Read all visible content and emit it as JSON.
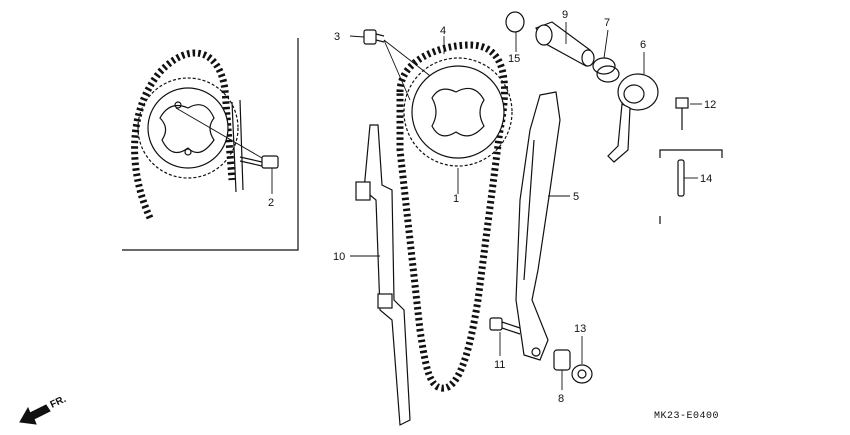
{
  "diagram": {
    "callouts": [
      {
        "id": "c1",
        "label": "1"
      },
      {
        "id": "c2",
        "label": "2"
      },
      {
        "id": "c3",
        "label": "3"
      },
      {
        "id": "c4",
        "label": "4"
      },
      {
        "id": "c5",
        "label": "5"
      },
      {
        "id": "c6",
        "label": "6"
      },
      {
        "id": "c7",
        "label": "7"
      },
      {
        "id": "c8",
        "label": "8"
      },
      {
        "id": "c9",
        "label": "9"
      },
      {
        "id": "c10",
        "label": "10"
      },
      {
        "id": "c11",
        "label": "11"
      },
      {
        "id": "c12",
        "label": "12"
      },
      {
        "id": "c13",
        "label": "13"
      },
      {
        "id": "c14",
        "label": "14"
      },
      {
        "id": "c15",
        "label": "15"
      }
    ],
    "front_indicator": "FR.",
    "drawing_code": "MK23-E0400"
  }
}
